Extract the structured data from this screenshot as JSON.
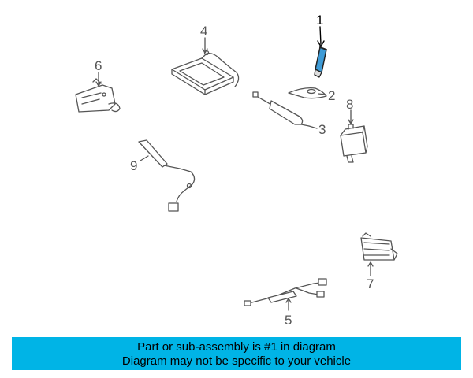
{
  "diagram": {
    "callouts": [
      {
        "number": "1",
        "highlighted": true
      },
      {
        "number": "2"
      },
      {
        "number": "3"
      },
      {
        "number": "4"
      },
      {
        "number": "5"
      },
      {
        "number": "6"
      },
      {
        "number": "7"
      },
      {
        "number": "8"
      },
      {
        "number": "9"
      }
    ],
    "colors": {
      "highlight_part": "#3e9bd6",
      "line_art": "#555555",
      "banner": "#00b4e6"
    }
  },
  "banner": {
    "line1": "Part or sub-assembly is #1 in diagram",
    "line2": "Diagram may not be specific to your vehicle"
  }
}
